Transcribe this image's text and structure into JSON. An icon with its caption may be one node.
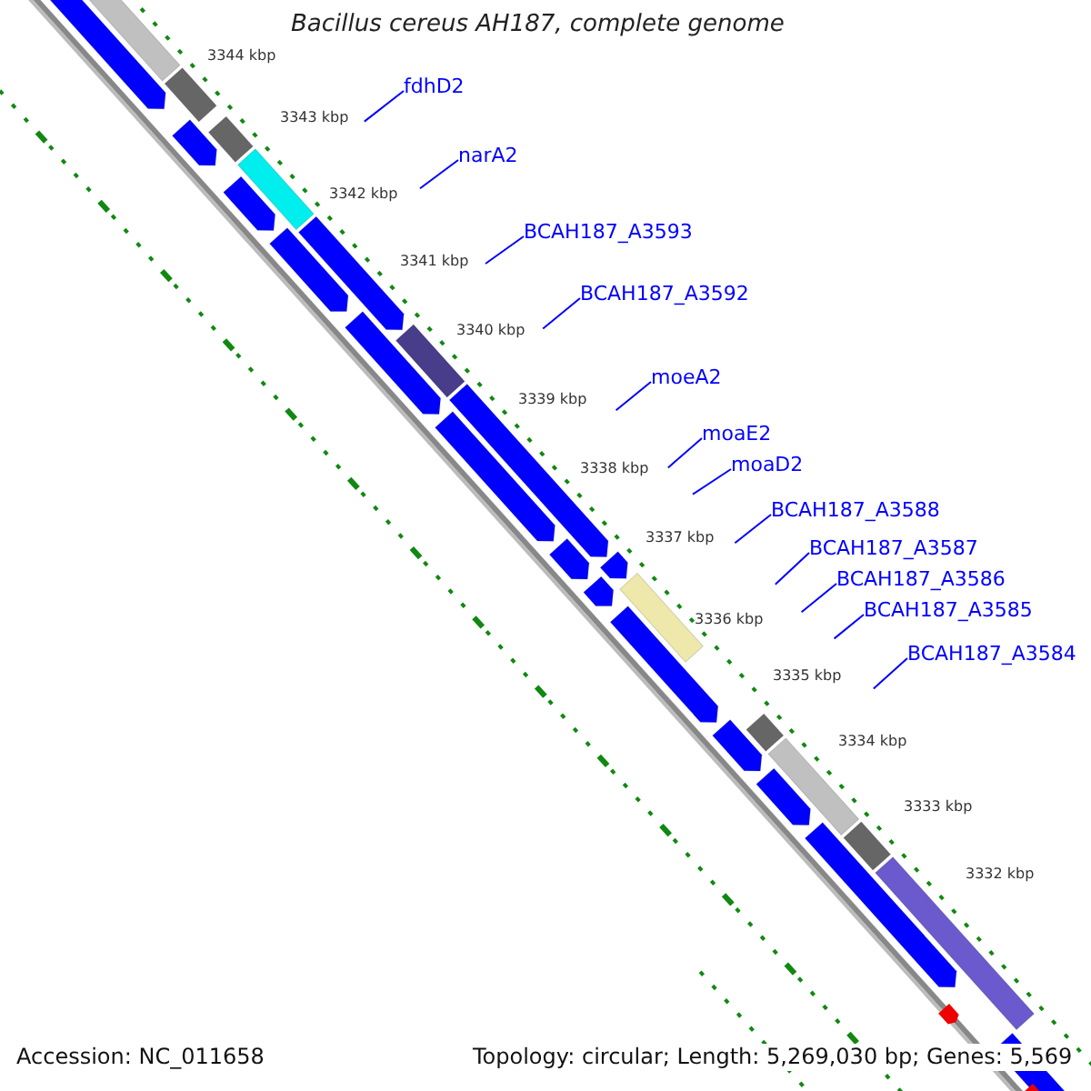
{
  "diagram": {
    "title": "Bacillus cereus AH187, complete genome",
    "nodes": [
      {
        "text": [
          "fdhD2"
        ]
      },
      {
        "text": [
          "narA2"
        ]
      },
      {
        "text": [
          "BCAH187_A3593"
        ]
      },
      {
        "text": [
          "BCAH187_A3592"
        ]
      },
      {
        "text": [
          "moeA2"
        ]
      },
      {
        "text": [
          "moaE2"
        ]
      },
      {
        "text": [
          "moaD2"
        ]
      },
      {
        "text": [
          "BCAH187_A3588"
        ]
      },
      {
        "text": [
          "BCAH187_A3587"
        ]
      },
      {
        "text": [
          "BCAH187_A3586"
        ]
      },
      {
        "text": [
          "BCAH187_A3585"
        ]
      },
      {
        "text": [
          "BCAH187_A3584"
        ]
      }
    ],
    "edges": [
      {
        "from": 0,
        "to": null,
        "arrow": "none"
      },
      {
        "from": 1,
        "to": null,
        "arrow": "none"
      },
      {
        "from": 2,
        "to": null,
        "arrow": "none"
      },
      {
        "from": 3,
        "to": null,
        "arrow": "none"
      },
      {
        "from": 4,
        "to": null,
        "arrow": "none"
      },
      {
        "from": 5,
        "to": null,
        "arrow": "none"
      },
      {
        "from": 6,
        "to": null,
        "arrow": "none"
      },
      {
        "from": 7,
        "to": null,
        "arrow": "none"
      },
      {
        "from": 8,
        "to": null,
        "arrow": "none"
      },
      {
        "from": 9,
        "to": null,
        "arrow": "none"
      },
      {
        "from": 10,
        "to": null,
        "arrow": "none"
      },
      {
        "from": 11,
        "to": null,
        "arrow": "none"
      }
    ],
    "labels": [
      "3344 kbp",
      "3343 kbp",
      "3342 kbp",
      "3341 kbp",
      "3340 kbp",
      "3339 kbp",
      "3338 kbp",
      "3337 kbp",
      "3336 kbp",
      "3335 kbp",
      "3334 kbp",
      "3333 kbp",
      "3332 kbp",
      "Accession: NC_011658",
      "Topology: circular; Length: 5,269,030 bp; Genes: 5,569"
    ]
  }
}
